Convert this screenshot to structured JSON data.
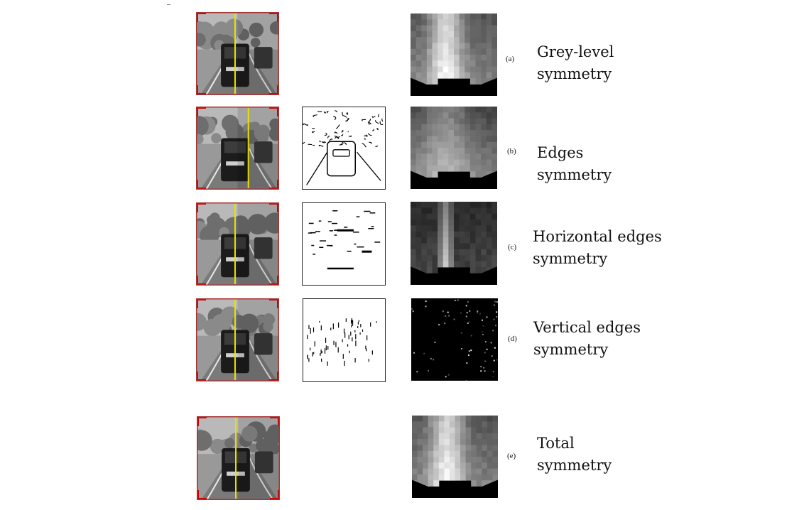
{
  "figure": {
    "rows": [
      {
        "letter": "(a)",
        "line1": "Grey-level",
        "line2": "symmetry",
        "has_edge_map": false,
        "edge_style": "none",
        "axis_pos": 0.47,
        "map_style": "grey"
      },
      {
        "letter": "(b)",
        "line1": "Edges",
        "line2": "symmetry",
        "has_edge_map": true,
        "edge_style": "edges",
        "axis_pos": 0.63,
        "map_style": "edges"
      },
      {
        "letter": "(c)",
        "line1": "Horizontal edges",
        "line2": "symmetry",
        "has_edge_map": true,
        "edge_style": "horizontal",
        "axis_pos": 0.47,
        "map_style": "horizontal"
      },
      {
        "letter": "(d)",
        "line1": "Vertical edges",
        "line2": "symmetry",
        "has_edge_map": true,
        "edge_style": "vertical",
        "axis_pos": 0.47,
        "map_style": "vertical"
      },
      {
        "letter": "(e)",
        "line1": "Total",
        "line2": "symmetry",
        "has_edge_map": false,
        "edge_style": "none",
        "axis_pos": 0.47,
        "map_style": "total"
      }
    ],
    "colors": {
      "bounding_box": "#cc0000",
      "symmetry_axis": "#e8e000",
      "road": "#7a7a7a",
      "sky": "#b9b9b9",
      "vehicle": "#1c1c1c"
    }
  }
}
